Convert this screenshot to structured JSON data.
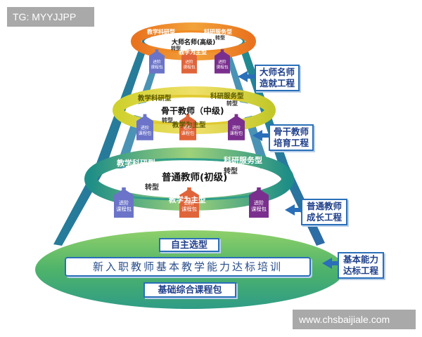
{
  "watermarks": {
    "top_left": "TG: MYYJJPP",
    "bottom_right": "www.chsbaijiale.com"
  },
  "colors": {
    "blue": "#2a6fb8",
    "teal": "#2f9e9a",
    "green_base": "#59bd6a",
    "orange": "#f08a24",
    "yellow": "#d8d63a"
  },
  "base": {
    "top_label": "自主选型",
    "main_label": "新入职教师基本教学能力达标培训",
    "bottom_label": "基础综合课程包"
  },
  "levels": [
    {
      "title": "大师名师(高级)",
      "left_band": "教学科研型",
      "right_band": "科研服务型",
      "bottom_band": "教学为主型",
      "zhuan": "转型",
      "side": "大师名师造就工程",
      "side_lines": [
        "大师名师",
        "造就工程"
      ]
    },
    {
      "title": "骨干教师（中级)",
      "left_band": "教学科研型",
      "right_band": "科研服务型",
      "bottom_band": "教学为主型",
      "zhuan": "转型",
      "side": "骨干教师培育工程",
      "side_lines": [
        "骨干教师",
        "培育工程"
      ]
    },
    {
      "title": "普通教师(初级)",
      "left_band": "教学科研型",
      "right_band": "科研服务型",
      "bottom_band": "教学为主型",
      "zhuan": "转型",
      "side": "普通教师成长工程",
      "side_lines": [
        "普通教师",
        "成长工程"
      ]
    }
  ],
  "base_side_lines": [
    "基本能力",
    "达标工程"
  ],
  "package": {
    "line1": "进阶",
    "line2": "课程包"
  }
}
